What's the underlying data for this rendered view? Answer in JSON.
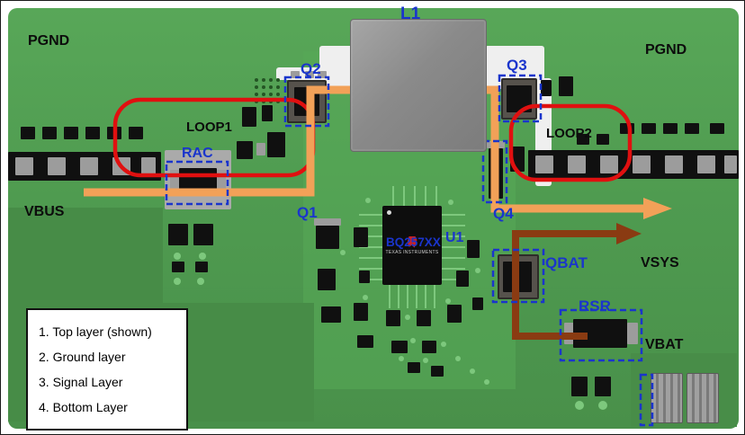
{
  "board": {
    "labels": {
      "pgnd_left": "PGND",
      "pgnd_right": "PGND",
      "l1": "L1",
      "q1": "Q1",
      "q2": "Q2",
      "q3": "Q3",
      "q4": "Q4",
      "u1": "U1",
      "rac": "RAC",
      "rsr": "RSR",
      "qbat": "QBAT",
      "loop1": "LOOP1",
      "loop2": "LOOP2",
      "vbus": "VBUS",
      "vsys": "VSYS",
      "vbat": "VBAT",
      "ic_part": "BQ257XX",
      "ic_logo": "Texas Instruments"
    },
    "legend": {
      "items": [
        "1. Top layer (shown)",
        "2. Ground layer",
        "3. Signal Layer",
        "4. Bottom Layer"
      ]
    },
    "colors": {
      "board_green": "#4f9b50",
      "label_blue": "#1a35cc",
      "loop_red": "#e01010",
      "vbus_path_orange": "#f2a158",
      "vbat_path_brown": "#8a3b12"
    }
  }
}
